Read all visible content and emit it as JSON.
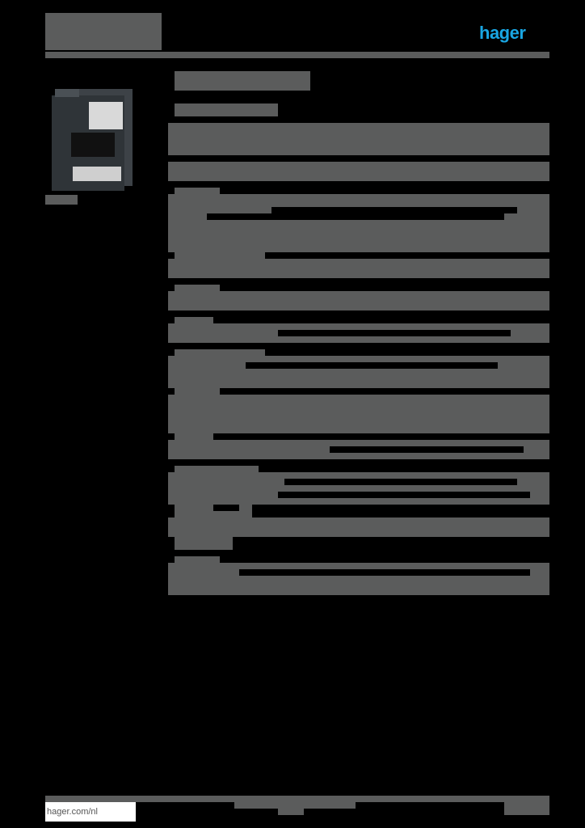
{
  "header": {
    "brand_logo": "hager",
    "title_redacted": true,
    "brand_color": "#19a6e3"
  },
  "product": {
    "image_alt": "current transformer product photo",
    "caption_redacted": true
  },
  "main": {
    "heading_redacted": true,
    "subheading_redacted": true,
    "sections_count": 11
  },
  "footer": {
    "website": "hager.com/nl"
  },
  "colors": {
    "background": "#000000",
    "redaction": "#5b5c5c",
    "accent": "#19a6e3"
  }
}
